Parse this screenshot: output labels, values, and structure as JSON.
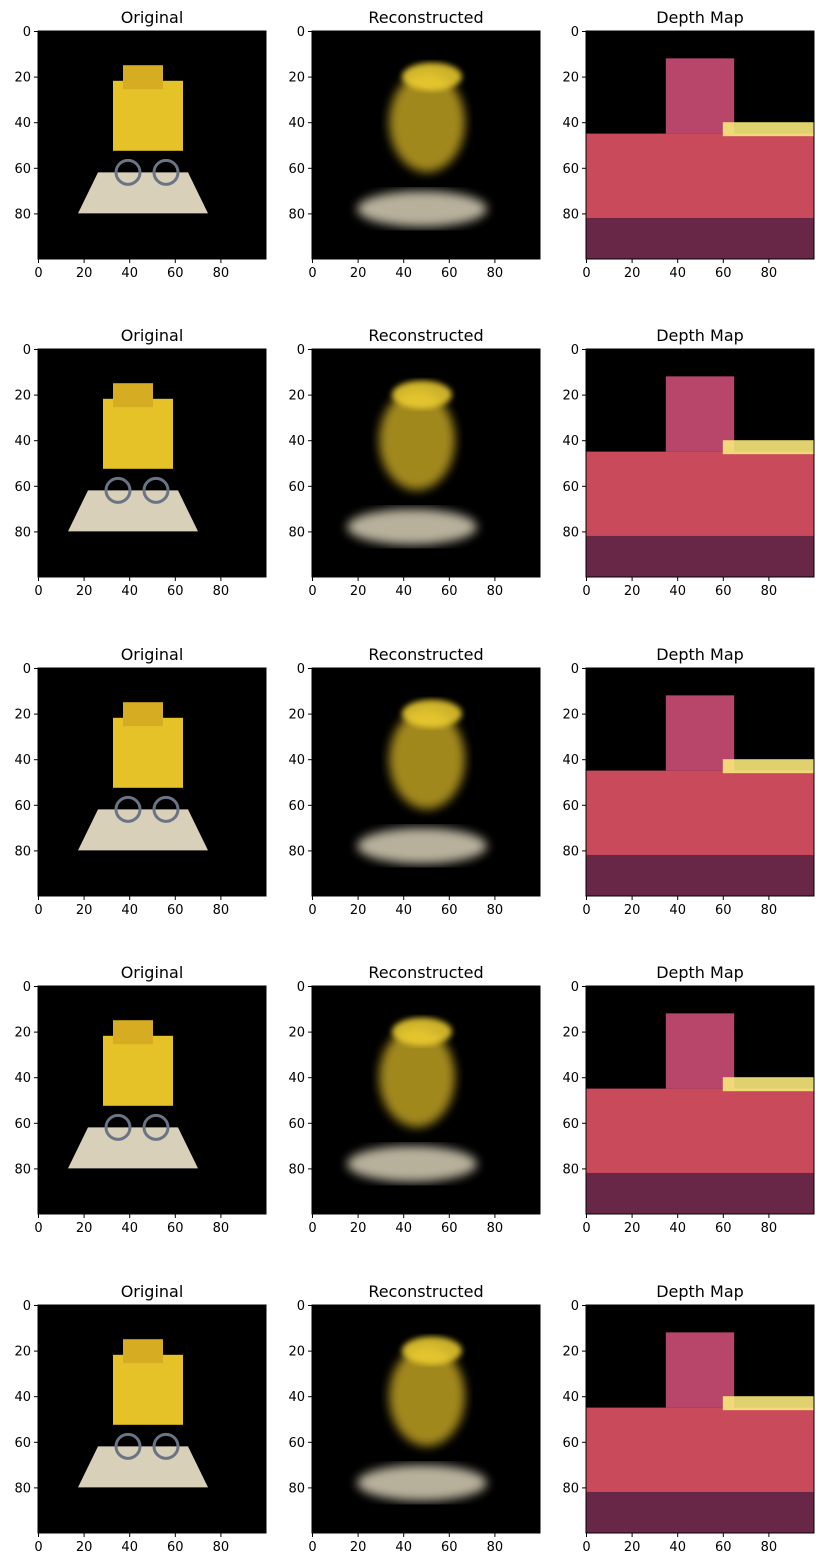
{
  "panel_titles": [
    "Original",
    "Reconstructed",
    "Depth Map"
  ],
  "chart_data": {
    "type": "image-grid",
    "rows": 5,
    "columns": 3,
    "panels_per_row": [
      "Original",
      "Reconstructed",
      "Depth Map"
    ],
    "xlim": [
      0,
      100
    ],
    "ylim": [
      100,
      0
    ],
    "x_ticks": [
      0,
      20,
      40,
      60,
      80
    ],
    "y_ticks": [
      0,
      20,
      40,
      60,
      80
    ],
    "grid": false,
    "depth_colormap": "inferno",
    "colors": {
      "background": "#000000",
      "lego_yellow": "#e6c229",
      "baseplate": "#d8d0b8",
      "depth_low": "#1a0b38",
      "depth_mid": "#c94a5a",
      "depth_high": "#f7e87a"
    }
  }
}
